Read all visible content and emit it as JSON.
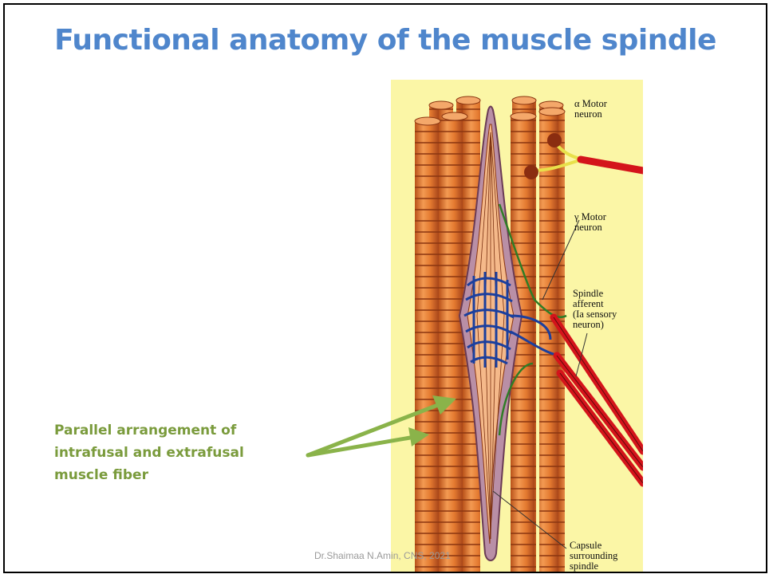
{
  "slide": {
    "title": "Functional anatomy of the muscle spindle",
    "callout_lines": [
      "Parallel arrangement of",
      "intrafusal and extrafusal",
      "muscle fiber"
    ],
    "footer": "Dr.Shaimaa N.Amin, CNS, 2021"
  },
  "figure": {
    "labels": {
      "alpha_motor_line1": "α Motor",
      "alpha_motor_line2": "neuron",
      "gamma_motor_line1": "γ Motor",
      "gamma_motor_line2": "neuron",
      "afferent_line1": "Spindle",
      "afferent_line2": "afferent",
      "afferent_line3": "(Ia sensory",
      "afferent_line4": "neuron)",
      "capsule_line1": "Capsule",
      "capsule_line2": "surrounding",
      "capsule_line3": "spindle"
    }
  },
  "colors": {
    "title": "#4f86cc",
    "callout": "#7a9b3c",
    "background_panel": "#fbf6a6",
    "muscle_fiber": "#e2762b",
    "capsule": "#b98fa6",
    "nerve_red": "#d4141b",
    "nerve_blue": "#1b3f9e",
    "nerve_green": "#2f7d26"
  }
}
